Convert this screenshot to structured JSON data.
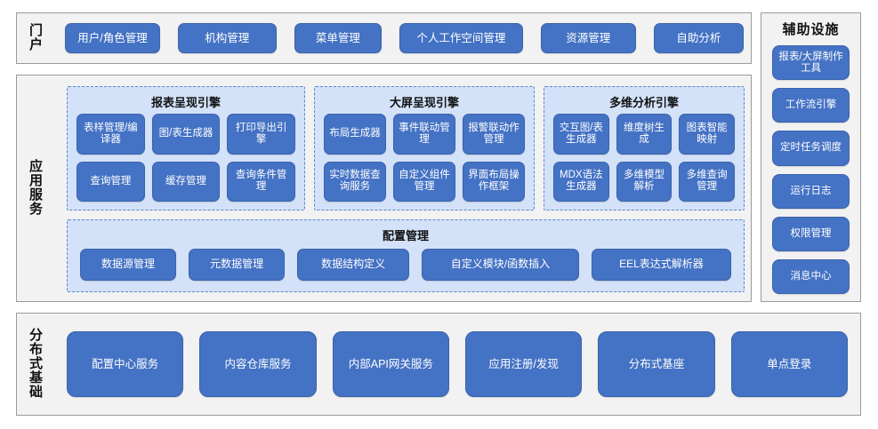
{
  "portal": {
    "label": "门户",
    "label_chars": [
      "门",
      "户"
    ],
    "buttons": [
      "用户/角色管理",
      "机构管理",
      "菜单管理",
      "个人工作空间管理",
      "资源管理",
      "自助分析"
    ]
  },
  "aux": {
    "title": "辅助设施",
    "buttons": [
      "报表/大屏制作工具",
      "工作流引擎",
      "定时任务调度",
      "运行日志",
      "权限管理",
      "消息中心"
    ]
  },
  "app_services": {
    "label": "应用服务",
    "label_chars": [
      "应",
      "用",
      "服",
      "务"
    ],
    "groups": [
      {
        "title": "报表呈现引擎",
        "items": [
          "表样管理/编译器",
          "图/表生成器",
          "打印导出引擎",
          "查询管理",
          "缓存管理",
          "查询条件管理"
        ]
      },
      {
        "title": "大屏呈现引擎",
        "items": [
          "布局生成器",
          "事件联动管理",
          "报警联动作管理",
          "实时数据查询服务",
          "自定义组件管理",
          "界面布局操作框架"
        ]
      },
      {
        "title": "多维分析引擎",
        "items": [
          "交互图/表生成器",
          "维度树生成",
          "图表智能映射",
          "MDX语法生成器",
          "多维模型解析",
          "多维查询管理"
        ]
      }
    ],
    "config": {
      "title": "配置管理",
      "items": [
        "数据源管理",
        "元数据管理",
        "数据结构定义",
        "自定义模块/函数插入",
        "EEL表达式解析器"
      ]
    }
  },
  "base": {
    "label": "分布式基础",
    "label_chars": [
      "分",
      "布",
      "式",
      "基",
      "础"
    ],
    "buttons": [
      "配置中心服务",
      "内容仓库服务",
      "内部API网关服务",
      "应用注册/发现",
      "分布式基座",
      "单点登录"
    ]
  },
  "colors": {
    "button_blue": "#4472c4",
    "group_light_blue": "#d3e2f9",
    "panel_gray": "#f2f2f2",
    "panel_border": "#9a9a9a",
    "group_border": "#5b86cc"
  }
}
